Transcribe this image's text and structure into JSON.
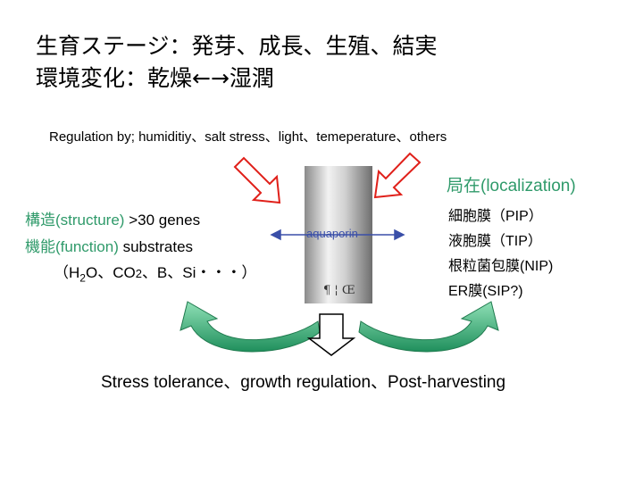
{
  "title": {
    "line1": "生育ステージ：発芽、成長、生殖、結実",
    "line2": "環境変化：乾燥←→湿潤"
  },
  "regulation": "Regulation by;  humiditiy、salt stress、light、temeperature、others",
  "left": {
    "structure_label": "構造(structure)",
    "structure_value": " >30 genes",
    "function_label": "機能(function)",
    "function_value": " substrates",
    "molecules": {
      "open": "（H",
      "sub1": "2",
      "mid": "O、CO",
      "sub2": "2",
      "rest": "、B、Si・・・）"
    }
  },
  "center": {
    "aquaporin_label": "aquaporin",
    "glyph_text": "¶ ¦ Œ"
  },
  "right": {
    "localization": "局在(localization)",
    "items": [
      "細胞膜（PIP）",
      "液胞膜（TIP）",
      "根粒菌包膜(NIP)",
      "ER膜(SIP?)"
    ]
  },
  "bottom": "Stress tolerance、growth regulation、Post-harvesting",
  "colors": {
    "arrow_red": "#e0201a",
    "arrow_green": "#28a06e",
    "accent_text": "#2f9a6a",
    "cylinder_mid": "#d8d8d8"
  }
}
